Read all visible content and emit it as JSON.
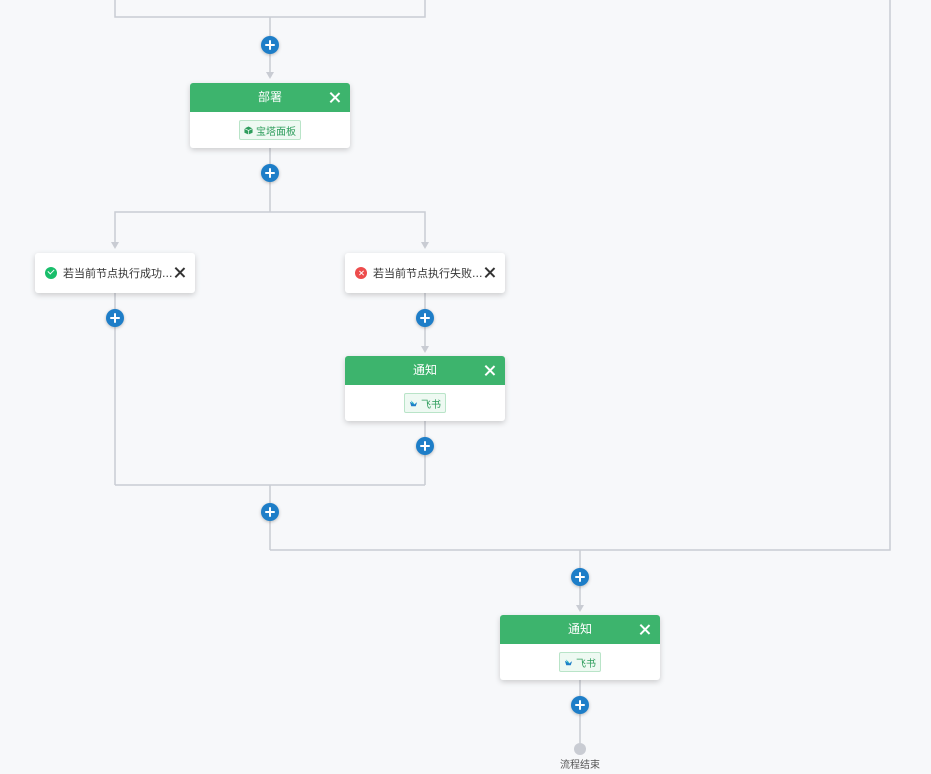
{
  "flow": {
    "deploy_node": {
      "title": "部署",
      "tag": "宝塔面板"
    },
    "branch_success": {
      "label": "若当前节点执行成功..."
    },
    "branch_fail": {
      "label": "若当前节点执行失败..."
    },
    "notify_node_1": {
      "title": "通知",
      "tag": "飞书"
    },
    "notify_node_2": {
      "title": "通知",
      "tag": "飞书"
    },
    "end_label": "流程结束"
  },
  "colors": {
    "node_header": "#3db46d",
    "add_button": "#1e7ec8",
    "connector": "#c9ccd3",
    "success": "#19be6b",
    "fail": "#ed4c4c"
  }
}
